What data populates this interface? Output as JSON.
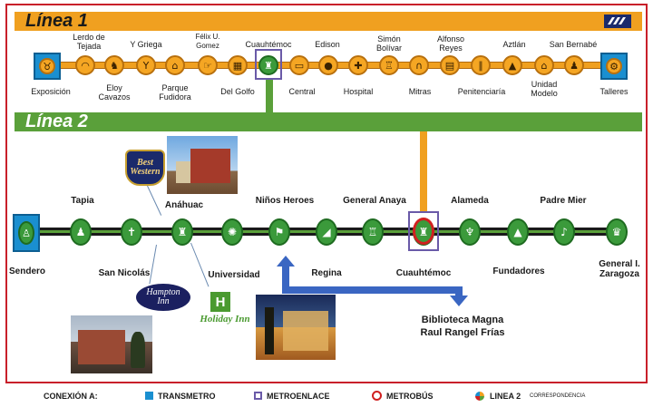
{
  "line1": {
    "title": "Línea 1",
    "stations": [
      {
        "name": "Exposición",
        "icon": "bull-head-icon"
      },
      {
        "name": "Lerdo de Tejada",
        "icon": "dome-icon"
      },
      {
        "name": "Eloy Cavazos",
        "icon": "bullfighter-icon"
      },
      {
        "name": "Y Griega",
        "icon": "y-junction-icon"
      },
      {
        "name": "Parque Fudidora",
        "icon": "factory-icon"
      },
      {
        "name": "Félix U. Gomez",
        "icon": "hand-pointing-icon"
      },
      {
        "name": "Del Golfo",
        "icon": "building-icon"
      },
      {
        "name": "Cuauhtémoc",
        "icon": "eagle-icon"
      },
      {
        "name": "Central",
        "icon": "bus-icon"
      },
      {
        "name": "Edison",
        "icon": "bulb-icon"
      },
      {
        "name": "Hospital",
        "icon": "hospital-icon"
      },
      {
        "name": "Simón Bolívar",
        "icon": "helmet-icon"
      },
      {
        "name": "Mitras",
        "icon": "arch-icon"
      },
      {
        "name": "Alfonso Reyes",
        "icon": "book-icon"
      },
      {
        "name": "Penitenciaría",
        "icon": "bars-icon"
      },
      {
        "name": "Aztlán",
        "icon": "pyramid-icon"
      },
      {
        "name": "Unidad Modelo",
        "icon": "house-icon"
      },
      {
        "name": "San Bernabé",
        "icon": "monk-icon"
      },
      {
        "name": "Talleres",
        "icon": "workshop-icon"
      }
    ]
  },
  "line2": {
    "title": "Línea 2",
    "stations": [
      {
        "name": "Sendero",
        "icon": "walker-icon"
      },
      {
        "name": "Tapia",
        "icon": "person-icon"
      },
      {
        "name": "San Nicolás",
        "icon": "church-icon"
      },
      {
        "name": "Anáhuac",
        "icon": "tower-icon"
      },
      {
        "name": "Universidad",
        "icon": "atom-icon"
      },
      {
        "name": "Niños Heroes",
        "icon": "flag-icon"
      },
      {
        "name": "Regina",
        "icon": "hill-icon"
      },
      {
        "name": "General Anaya",
        "icon": "castle-icon"
      },
      {
        "name": "Cuauhtémoc",
        "icon": "eagle-icon"
      },
      {
        "name": "Alameda",
        "icon": "fountain-icon"
      },
      {
        "name": "Fundadores",
        "icon": "obelisk-icon"
      },
      {
        "name": "Padre Mier",
        "icon": "harp-icon"
      },
      {
        "name": "General I. Zaragoza",
        "icon": "plaza-icon"
      }
    ]
  },
  "hotels": {
    "best_western": "Best\nWestern",
    "hampton_inn": "Hampton\nInn",
    "holiday_inn": "Holiday Inn"
  },
  "destination": "Biblioteca Magna\nRaul Rangel Frías",
  "legend": {
    "prefix": "CONEXIÓN A:",
    "transmetro": "TRANSMETRO",
    "metroenlace": "METROENLACE",
    "metrobus": "METROBÚS",
    "linea2": "LINEA 2",
    "correspondencia": "CORRESPONDENCIA"
  },
  "colors": {
    "line1": "#f0a020",
    "line2": "#5aa03a",
    "frame": "#c8202a",
    "transmetro": "#1a8fd0",
    "metroenlace": "#6a5aa8",
    "metrobus": "#d02020",
    "arrow": "#3a66c2"
  }
}
